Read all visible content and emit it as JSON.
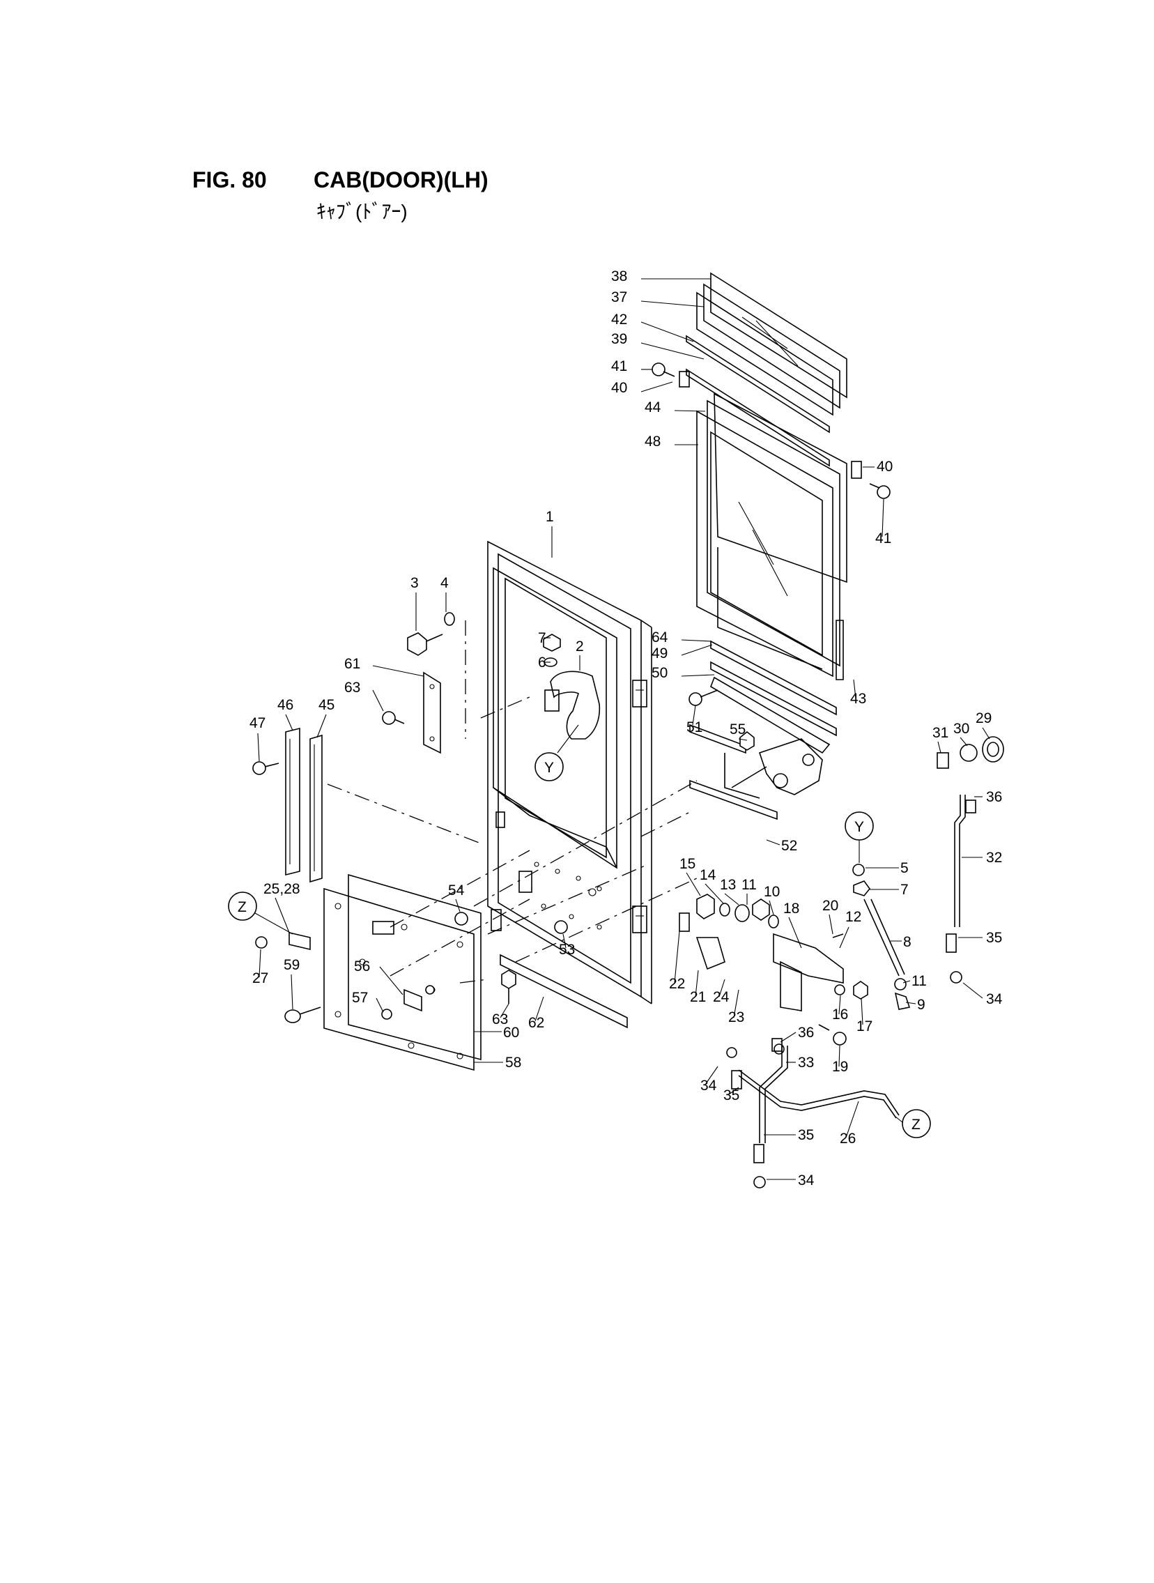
{
  "figure": {
    "number": "FIG. 80",
    "title": "CAB(DOOR)(LH)",
    "subtitle": "ｷｬﾌﾞ(ﾄﾞｱｰ)"
  },
  "view_markers": [
    "Y",
    "Z"
  ],
  "part_labels": [
    "1",
    "2",
    "3",
    "4",
    "5",
    "6",
    "7",
    "8",
    "9",
    "10",
    "11",
    "12",
    "13",
    "14",
    "15",
    "16",
    "17",
    "18",
    "19",
    "20",
    "21",
    "22",
    "23",
    "24",
    "25,28",
    "26",
    "27",
    "29",
    "30",
    "31",
    "32",
    "33",
    "34",
    "35",
    "36",
    "37",
    "38",
    "39",
    "40",
    "41",
    "42",
    "43",
    "44",
    "45",
    "46",
    "47",
    "48",
    "49",
    "50",
    "51",
    "52",
    "53",
    "54",
    "55",
    "56",
    "57",
    "58",
    "59",
    "60",
    "61",
    "62",
    "63",
    "64"
  ]
}
